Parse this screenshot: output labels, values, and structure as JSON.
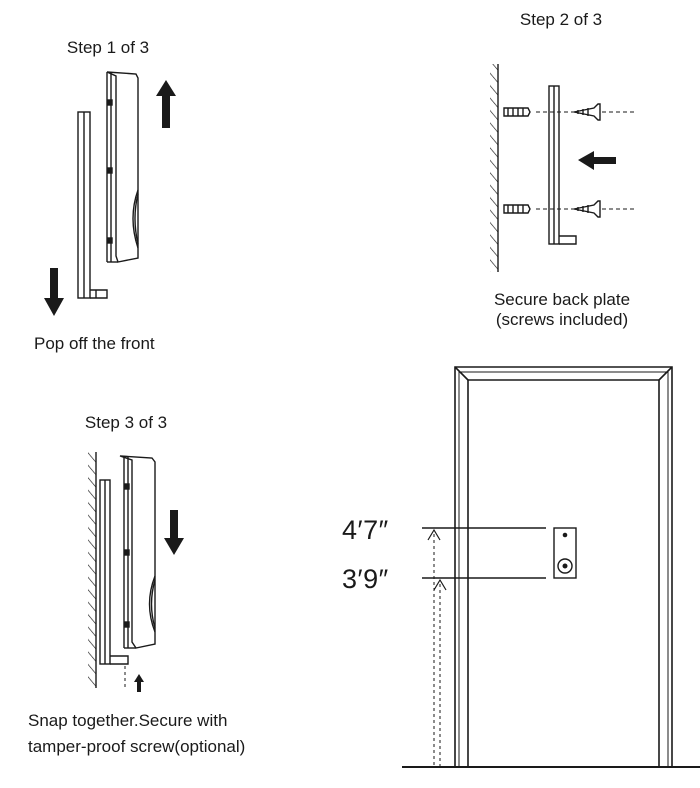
{
  "step1": {
    "title": "Step 1 of 3",
    "caption": "Pop off the front"
  },
  "step2": {
    "title": "Step 2 of 3",
    "caption_line1": "Secure back plate",
    "caption_line2": "(screws included)"
  },
  "step3": {
    "title": "Step 3 of 3",
    "caption_line1": "Snap together.Secure with",
    "caption_line2": "tamper-proof screw(optional)"
  },
  "door": {
    "height_top": "4′7″",
    "height_bottom": "3′9″"
  },
  "colors": {
    "ink": "#1a1a1a",
    "paper": "#ffffff"
  }
}
